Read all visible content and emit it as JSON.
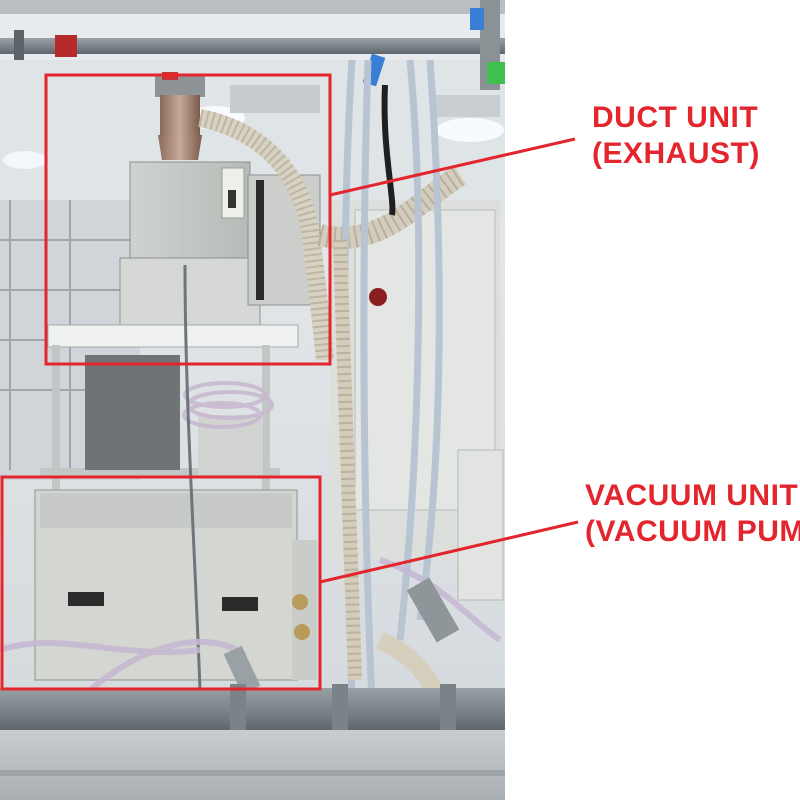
{
  "callouts": {
    "duct": {
      "line1": "DUCT UNIT",
      "line2": "(EXHAUST)"
    },
    "vacuum": {
      "line1": "VACUUM UNIT",
      "line2": "(VACUUM PUMP)"
    }
  },
  "colors": {
    "annotation": "#e3262d",
    "background": "#ffffff"
  }
}
